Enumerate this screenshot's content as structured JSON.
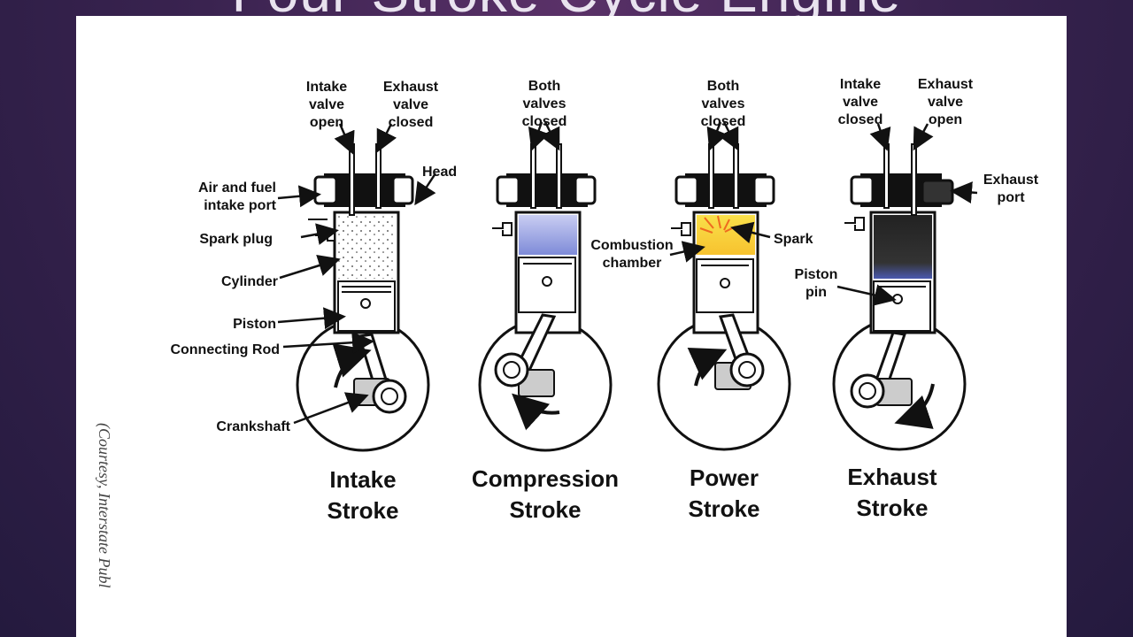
{
  "slide": {
    "title": "Four-Stroke Cycle Engine"
  },
  "diagram": {
    "credit": "(Courtesy, Interstate Publ",
    "labels": {
      "intake_valve_open": [
        "Intake",
        "valve",
        "open"
      ],
      "exhaust_valve_closed": [
        "Exhaust",
        "valve",
        "closed"
      ],
      "head": "Head",
      "air_fuel_port": [
        "Air and fuel",
        "intake port"
      ],
      "spark_plug": "Spark plug",
      "cylinder": "Cylinder",
      "piston": "Piston",
      "connecting_rod": "Connecting Rod",
      "crankshaft": "Crankshaft",
      "both_valves_closed_a": [
        "Both",
        "valves",
        "closed"
      ],
      "both_valves_closed_b": [
        "Both",
        "valves",
        "closed"
      ],
      "combustion_chamber": [
        "Combustion",
        "chamber"
      ],
      "spark": "Spark",
      "intake_valve_closed": [
        "Intake",
        "valve",
        "closed"
      ],
      "exhaust_valve_open": [
        "Exhaust",
        "valve",
        "open"
      ],
      "exhaust_port": [
        "Exhaust",
        "port"
      ],
      "piston_pin": [
        "Piston",
        "pin"
      ]
    },
    "strokes": [
      {
        "line1": "Intake",
        "line2": "Stroke"
      },
      {
        "line1": "Compression",
        "line2": "Stroke"
      },
      {
        "line1": "Power",
        "line2": "Stroke"
      },
      {
        "line1": "Exhaust",
        "line2": "Stroke"
      }
    ],
    "colors": {
      "compression_fill": "#8e9be0",
      "power_fill": "#f7d53a",
      "spark_color": "#ef6a1f",
      "exhaust_fill": "#2a2a2a"
    }
  }
}
